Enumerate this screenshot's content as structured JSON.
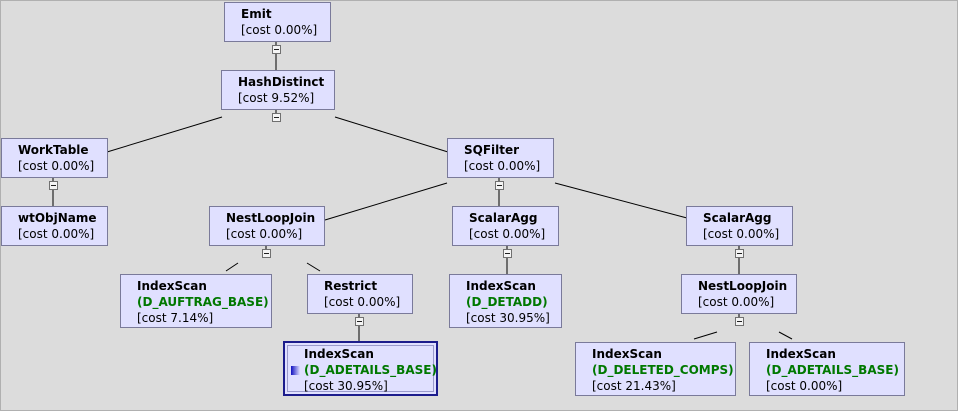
{
  "nodes": [
    {
      "id": "emit",
      "op": "Emit",
      "cost": "[cost 0.00%]"
    },
    {
      "id": "hashdistinct",
      "op": "HashDistinct",
      "cost": "[cost 9.52%]"
    },
    {
      "id": "worktable",
      "op": "WorkTable",
      "cost": "[cost 0.00%]"
    },
    {
      "id": "sqfilter",
      "op": "SQFilter",
      "cost": "[cost 0.00%]"
    },
    {
      "id": "wtobjname",
      "op": "wtObjName",
      "cost": "[cost 0.00%]"
    },
    {
      "id": "nestloopjoin-1",
      "op": "NestLoopJoin",
      "cost": "[cost 0.00%]"
    },
    {
      "id": "scalaragg-1",
      "op": "ScalarAgg",
      "cost": "[cost 0.00%]"
    },
    {
      "id": "scalaragg-2",
      "op": "ScalarAgg",
      "cost": "[cost 0.00%]"
    },
    {
      "id": "indexscan-auftrag",
      "op": "IndexScan",
      "table": "(D_AUFTRAG_BASE)",
      "cost": "[cost 7.14%]"
    },
    {
      "id": "restrict",
      "op": "Restrict",
      "cost": "[cost 0.00%]"
    },
    {
      "id": "indexscan-detadd",
      "op": "IndexScan",
      "table": "(D_DETADD)",
      "cost": "[cost 30.95%]"
    },
    {
      "id": "nestloopjoin-2",
      "op": "NestLoopJoin",
      "cost": "[cost 0.00%]"
    },
    {
      "id": "indexscan-adetails-1",
      "op": "IndexScan",
      "table": "(D_ADETAILS_BASE)",
      "cost": "[cost 30.95%]",
      "selected": true
    },
    {
      "id": "indexscan-deleted-comps",
      "op": "IndexScan",
      "table": "(D_DELETED_COMPS)",
      "cost": "[cost 21.43%]"
    },
    {
      "id": "indexscan-adetails-2",
      "op": "IndexScan",
      "table": "(D_ADETAILS_BASE)",
      "cost": "[cost 0.00%]"
    }
  ]
}
